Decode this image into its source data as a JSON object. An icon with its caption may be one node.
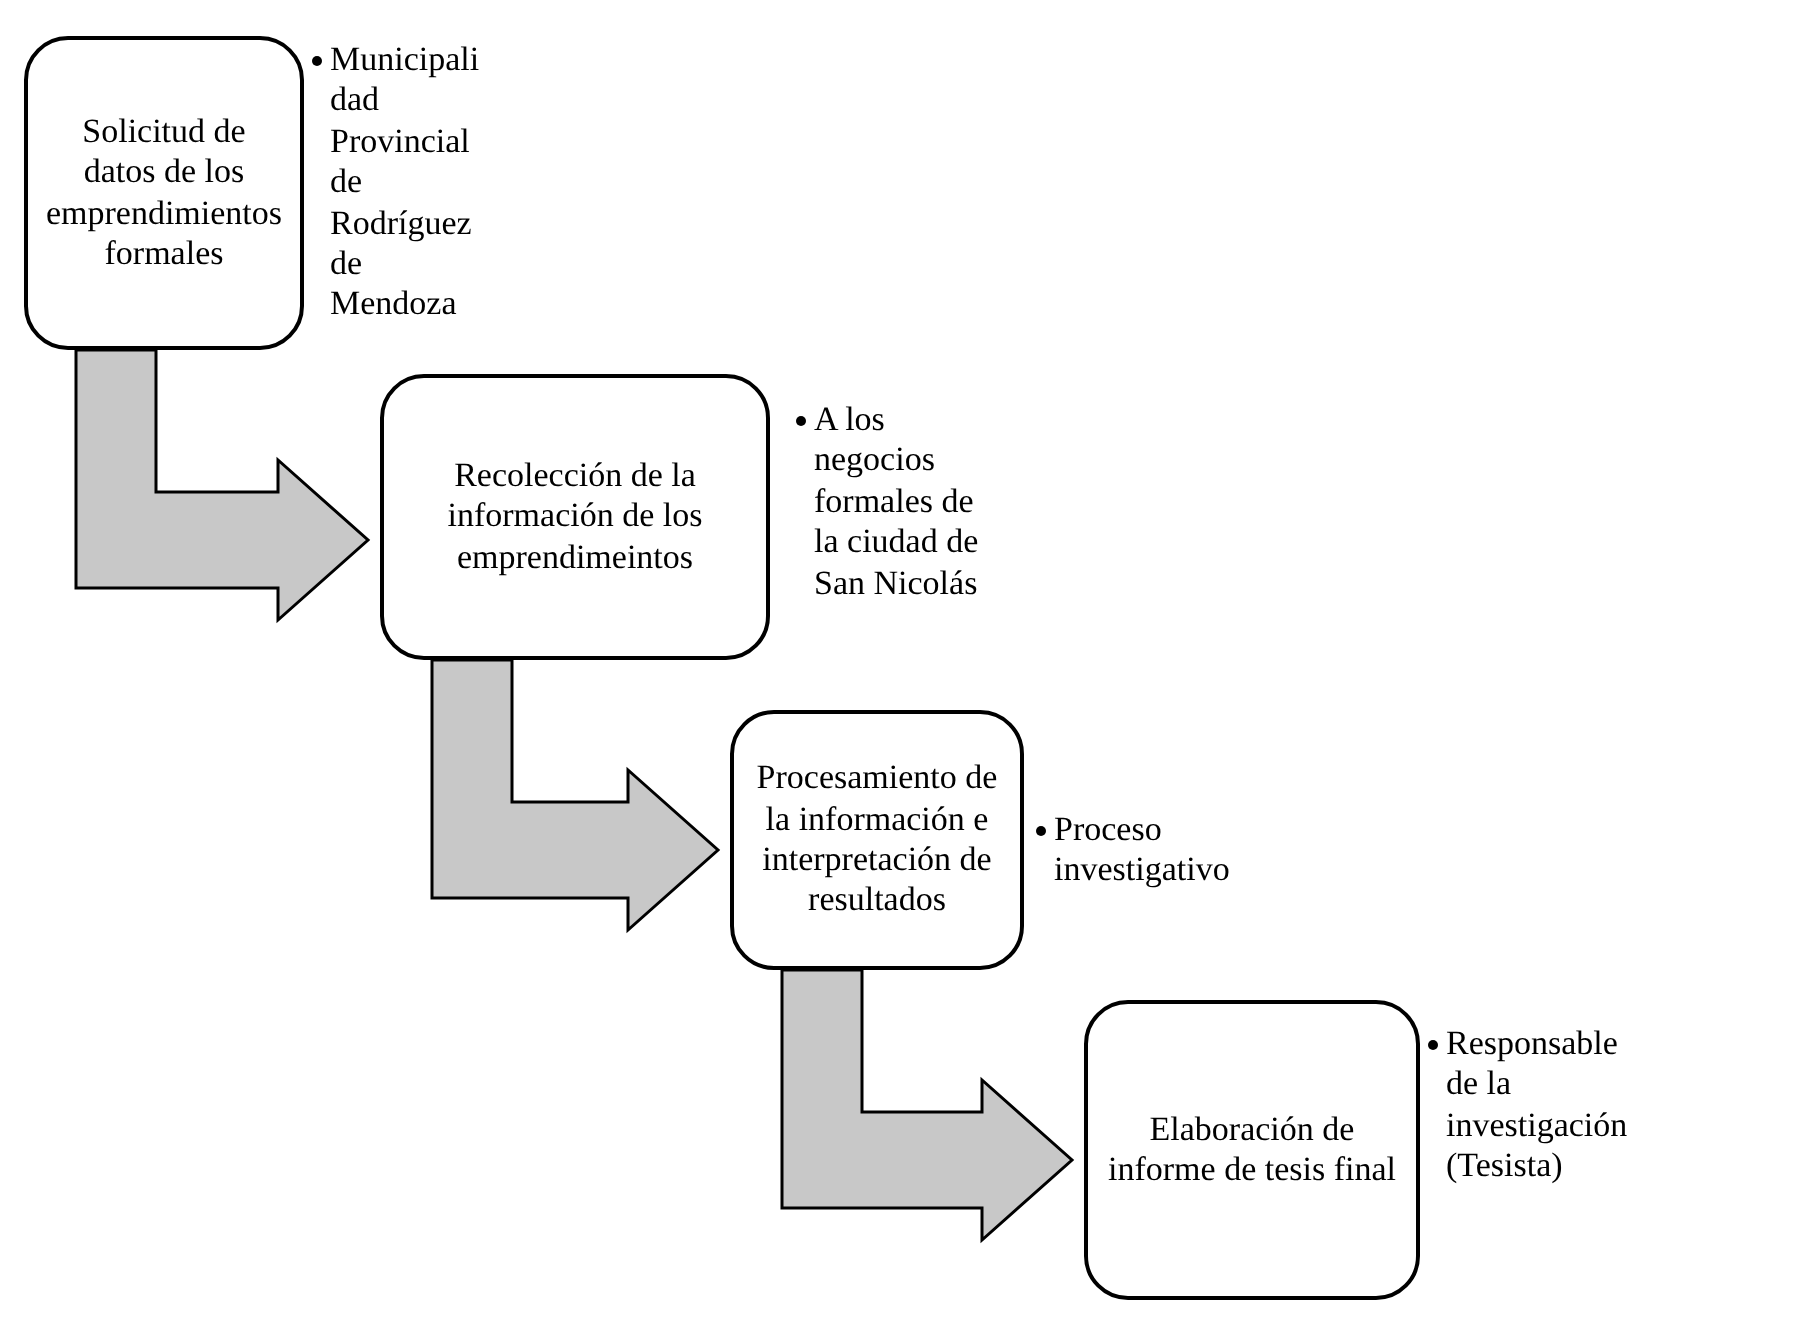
{
  "diagram": {
    "nodes": [
      {
        "text": [
          "Solicitud de datos de los emprendimientos formales"
        ],
        "beside": [
          "Municipalidad Provincial de Rodríguez de Mendoza"
        ]
      },
      {
        "text": [
          "Recolección de la información de los emprendimeintos"
        ],
        "beside": [
          "A los negocios formales de la ciudad de San Nicolás"
        ]
      },
      {
        "text": [
          "Procesamiento de la información e interpretación de resultados"
        ],
        "beside": [
          "Proceso investigativo"
        ]
      },
      {
        "text": [
          "Elaboración de informe de tesis final"
        ],
        "beside": [
          "Responsable de la investigación (Tesista)"
        ]
      }
    ],
    "edges": [
      {
        "from": 0,
        "to": 1,
        "arrow": "to"
      },
      {
        "from": 1,
        "to": 2,
        "arrow": "to"
      },
      {
        "from": 2,
        "to": 3,
        "arrow": "to"
      }
    ]
  }
}
